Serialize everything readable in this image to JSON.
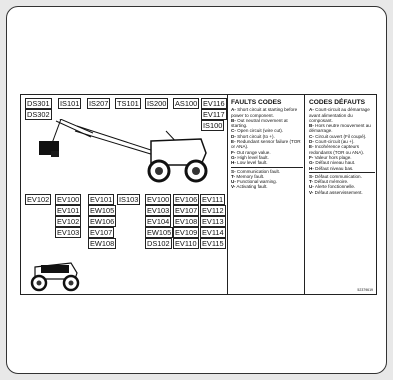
{
  "codes_top": [
    "DS301",
    "IS101",
    "IS207",
    "TS101",
    "IS200",
    "AS100",
    "EV116",
    "DS302",
    "EV117",
    "IS100"
  ],
  "codes_bottom": [
    "EV102",
    "EV100",
    "EV101",
    "EV102",
    "EV103",
    "EV101",
    "EW105",
    "EW106",
    "EV107",
    "EW108",
    "IS103",
    "EV100",
    "EV103",
    "EV104",
    "EW105",
    "DS102",
    "EV106",
    "EV107",
    "EV108",
    "EV109",
    "EV110",
    "EV111",
    "EV112",
    "EV113",
    "EV114",
    "EV115"
  ],
  "faults_en": {
    "title": "FAULTS CODES",
    "items": [
      {
        "k": "A-",
        "t": "Short circuit at starting before power to component."
      },
      {
        "k": "B-",
        "t": "Out neutral movement at starting."
      },
      {
        "k": "C-",
        "t": "Open circuit (wire cut)."
      },
      {
        "k": "D-",
        "t": "Short circuit (to +)."
      },
      {
        "k": "E-",
        "t": "Redundant sensor failure (TOR or ANA)."
      },
      {
        "k": "F-",
        "t": "Out range value."
      },
      {
        "k": "G-",
        "t": "High level fault."
      },
      {
        "k": "H-",
        "t": "Low level fault."
      },
      {
        "k": "S-",
        "t": "Communication fault."
      },
      {
        "k": "T-",
        "t": "Memory fault."
      },
      {
        "k": "U-",
        "t": "Functional warning."
      },
      {
        "k": "V-",
        "t": "Activating fault."
      }
    ]
  },
  "faults_fr": {
    "title": "CODES DÉFAUTS",
    "items": [
      {
        "k": "A-",
        "t": "Court-circuit au démarrage avant alimentation du composant."
      },
      {
        "k": "B-",
        "t": "Hors neutre mouvement au démarrage."
      },
      {
        "k": "C-",
        "t": "Circuit ouvert (Fil coupé)."
      },
      {
        "k": "D-",
        "t": "Court-circuit (au +)."
      },
      {
        "k": "E-",
        "t": "Incohérence capteurs redondants (TOR ou ANA)."
      },
      {
        "k": "F-",
        "t": "Valeur hors plage."
      },
      {
        "k": "G-",
        "t": "Défaut niveau haut."
      },
      {
        "k": "H-",
        "t": "Défaut niveau bas."
      },
      {
        "k": "S-",
        "t": "Défaut communication."
      },
      {
        "k": "T-",
        "t": "Défaut mémoire."
      },
      {
        "k": "U-",
        "t": "Alerte fonctionnelle."
      },
      {
        "k": "V-",
        "t": "Défaut asservissement."
      }
    ]
  },
  "reference": "52379619"
}
